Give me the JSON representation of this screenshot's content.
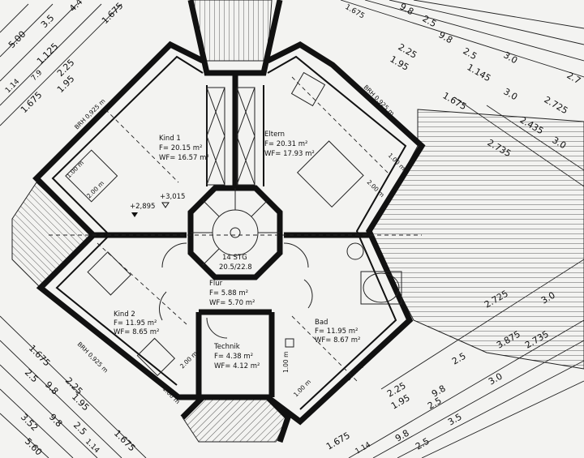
{
  "rooms": {
    "kind1": {
      "name": "Kind 1",
      "f": "F= 20.15 m²",
      "wf": "WF= 16.57 m²"
    },
    "eltern": {
      "name": "Eltern",
      "f": "F= 20.31 m²",
      "wf": "WF= 17.93 m²"
    },
    "kind2": {
      "name": "Kind 2",
      "f": "F= 11.95 m²",
      "wf": "WF= 8.65 m²"
    },
    "flur": {
      "name": "Flur",
      "f": "F= 5.88 m²",
      "wf": "WF= 5.70 m²"
    },
    "technik": {
      "name": "Technik",
      "f": "F= 4.38 m²",
      "wf": "WF= 4.12 m²"
    },
    "bad": {
      "name": "Bad",
      "f": "F= 11.95 m²",
      "wf": "WF= 8.67 m²"
    }
  },
  "stair": {
    "steps": "14 STG",
    "ratio": "20.5/22.8"
  },
  "levels": {
    "a": "+2,895",
    "b": "+3,015"
  },
  "window_labels": {
    "brh": "BRH 0,925 m",
    "w100": "1.00 m",
    "w200": "2.00 m"
  },
  "dims_top_left": [
    "5.00",
    "3.5",
    "1.125",
    "4.4",
    "2.25",
    "1.675",
    "1.14",
    "1.95",
    "1.675",
    "7.9"
  ],
  "dims_top_right": [
    "1.675",
    "9.8",
    "2.5",
    "9.8",
    "2.25",
    "1.95",
    "2.5",
    "1.145",
    "3.0",
    "2.7",
    "1.675",
    "3.0",
    "2.725",
    "2.435",
    "2.735",
    "3.0"
  ],
  "dims_bottom_left": [
    "1.675",
    "2.5",
    "9.8",
    "2.25",
    "1.95",
    "3.52",
    "9.8",
    "2.5",
    "5.60",
    "1.675",
    "1.14"
  ],
  "dims_bottom_right": [
    "2.725",
    "3.0",
    "2.735",
    "3.875",
    "2.5",
    "3.0",
    "2.25",
    "1.95",
    "9.8",
    "3.5",
    "2.5",
    "1.675",
    "1.14",
    "9.8",
    "2.5"
  ]
}
